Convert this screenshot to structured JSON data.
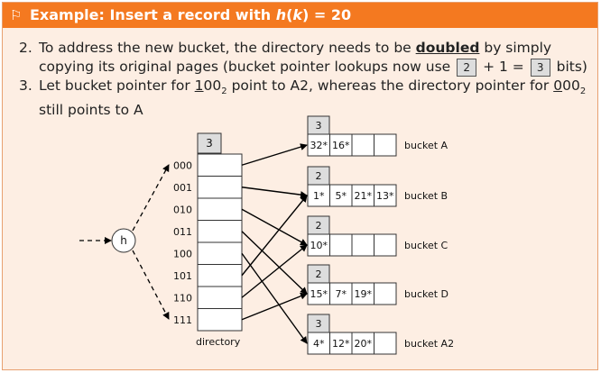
{
  "header": {
    "flag_icon": "flag-icon",
    "title_prefix": "Example: Insert a record with ",
    "title_func": "h",
    "title_arg": "k",
    "title_suffix": " = 20"
  },
  "items": [
    {
      "num": "2.",
      "text_before": "To address the new bucket, the directory needs to be ",
      "bold": "doubled",
      "text_mid": " by simply copying its original pages (bucket pointer lookups now use ",
      "box1": "2",
      "text_plus": " + 1 = ",
      "box2": "3",
      "text_after": " bits)"
    },
    {
      "num": "3.",
      "text_before": "Let bucket pointer for ",
      "code1_u": "1",
      "code1_rest": "00",
      "sub1": "2",
      "text_mid": " point to A2, whereas the directory pointer for ",
      "code2_u": "0",
      "code2_rest": "00",
      "sub2": "2",
      "text_after": " still points to A"
    }
  ],
  "diagram": {
    "hash_label": "h",
    "global_depth": "3",
    "directory_label": "directory",
    "dir_entries": [
      "000",
      "001",
      "010",
      "011",
      "100",
      "101",
      "110",
      "111"
    ],
    "buckets": [
      {
        "name": "bucket A",
        "local_depth": "3",
        "slots": [
          "32*",
          "16*",
          "",
          ""
        ]
      },
      {
        "name": "bucket B",
        "local_depth": "2",
        "slots": [
          "1*",
          "5*",
          "21*",
          "13*"
        ]
      },
      {
        "name": "bucket C",
        "local_depth": "2",
        "slots": [
          "10*",
          "",
          "",
          ""
        ]
      },
      {
        "name": "bucket D",
        "local_depth": "2",
        "slots": [
          "15*",
          "7*",
          "19*",
          ""
        ]
      },
      {
        "name": "bucket A2",
        "local_depth": "3",
        "slots": [
          "4*",
          "12*",
          "20*",
          ""
        ]
      }
    ],
    "pointers": [
      0,
      1,
      2,
      3,
      4,
      1,
      2,
      3
    ]
  }
}
